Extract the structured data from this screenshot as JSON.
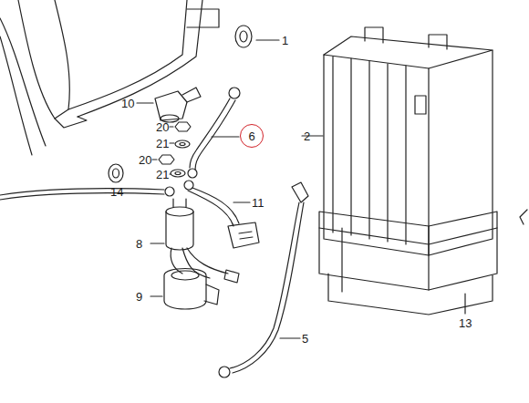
{
  "diagram": {
    "nodes": [
      {
        "text": [
          "6"
        ]
      }
    ],
    "labels": [
      "1",
      "10",
      "20",
      "21",
      "20",
      "2",
      "14",
      "21",
      "11",
      "8",
      "9",
      "5",
      "13"
    ]
  }
}
